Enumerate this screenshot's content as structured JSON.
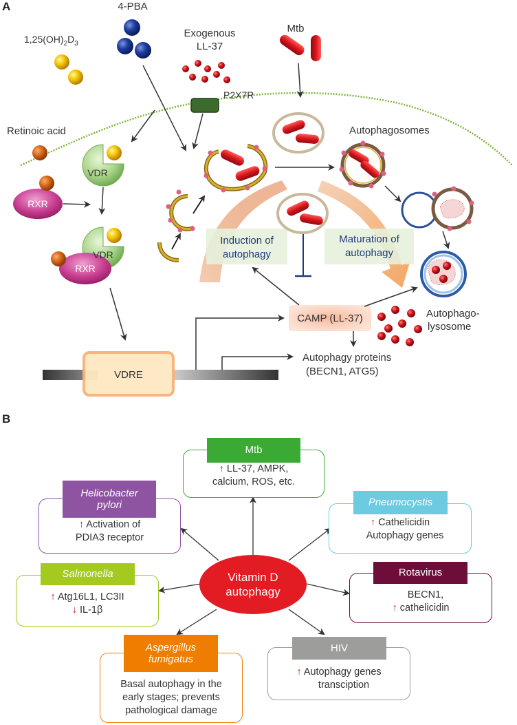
{
  "panelA": {
    "label": "A",
    "pba": "4-PBA",
    "vitd_prefix": "1,25(OH)",
    "vitd_sub1": "2",
    "vitd_mid": "D",
    "vitd_sub2": "3",
    "ll37_line1": "Exogenous",
    "ll37_line2": "LL-37",
    "mtb": "Mtb",
    "p2x7r": "P2X7R",
    "retinoic": "Retinoic acid",
    "autophagosomes": "Autophagosomes",
    "vdr": "VDR",
    "rxr": "RXR",
    "induction_line1": "Induction of",
    "induction_line2": "autophagy",
    "maturation_line1": "Maturation of",
    "maturation_line2": "autophagy",
    "camp": "CAMP (LL-37)",
    "autolyso_line1": "Autophago-",
    "autolyso_line2": "lysosome",
    "vdre": "VDRE",
    "proteins_line1": "Autophagy proteins",
    "proteins_line2": "(BECN1, ATG5)"
  },
  "panelB": {
    "label": "B",
    "center_line1": "Vitamin D",
    "center_line2": "autophagy",
    "mtb": {
      "title": "Mtb",
      "line1": "LL-37, AMPK,",
      "line2": "calcium, ROS, etc.",
      "color": "#3aaa35"
    },
    "hpylori": {
      "title_line1": "Helicobacter",
      "title_line2": "pylori",
      "line1": "Activation of",
      "line2": "PDIA3 receptor",
      "color": "#8e54a1"
    },
    "pneumocystis": {
      "title": "Pneumocystis",
      "line1": "Cathelicidin",
      "line2": "Autophagy genes",
      "color": "#6ccbe0"
    },
    "salmonella": {
      "title": "Salmonella",
      "line1": "Atg16L1, LC3II",
      "line2": "IL-1β",
      "color": "#a4c91f"
    },
    "rotavirus": {
      "title": "Rotavirus",
      "line1": "BECN1,",
      "line2": "cathelicidin",
      "color": "#6d0e3a"
    },
    "aspergillus": {
      "title_line1": "Aspergillus",
      "title_line2": "fumigatus",
      "line1": "Basal autophagy in the",
      "line2": "early stages; prevents",
      "line3": "pathological damage",
      "color": "#ef7d00"
    },
    "hiv": {
      "title": "HIV",
      "line1": "Autophagy genes",
      "line2": "transciption",
      "color": "#9d9d9c"
    },
    "up_arrow": "↑",
    "down_arrow": "↓"
  }
}
